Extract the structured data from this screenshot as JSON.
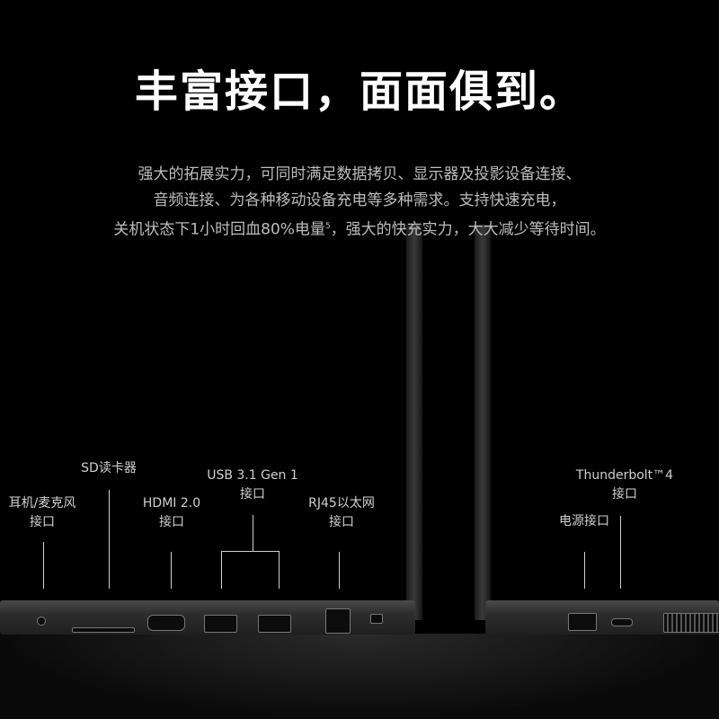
{
  "title": "丰富接口，面面俱到。",
  "description": {
    "line1": "强大的拓展实力，可同时满足数据拷贝、显示器及投影设备连接、",
    "line2": "音频连接、为各种移动设备充电等多种需求。支持快速充电，",
    "line3_pre": "关机状态下1小时回血80%电量",
    "line3_sup": "5",
    "line3_post": "，强大的快充实力，大大减少等待时间。"
  },
  "ports": {
    "audio": {
      "line1": "耳机/麦克风",
      "line2": "接口"
    },
    "sd": {
      "line1": "SD读卡器"
    },
    "hdmi": {
      "line1": "HDMI 2.0",
      "line2": "接口"
    },
    "usb": {
      "line1": "USB 3.1 Gen 1",
      "line2": "接口"
    },
    "rj45": {
      "line1": "RJ45以太网",
      "line2": "接口"
    },
    "thunderbolt": {
      "line1": "Thunderbolt™4",
      "line2": "接口"
    },
    "power": {
      "line1": "电源接口"
    }
  }
}
